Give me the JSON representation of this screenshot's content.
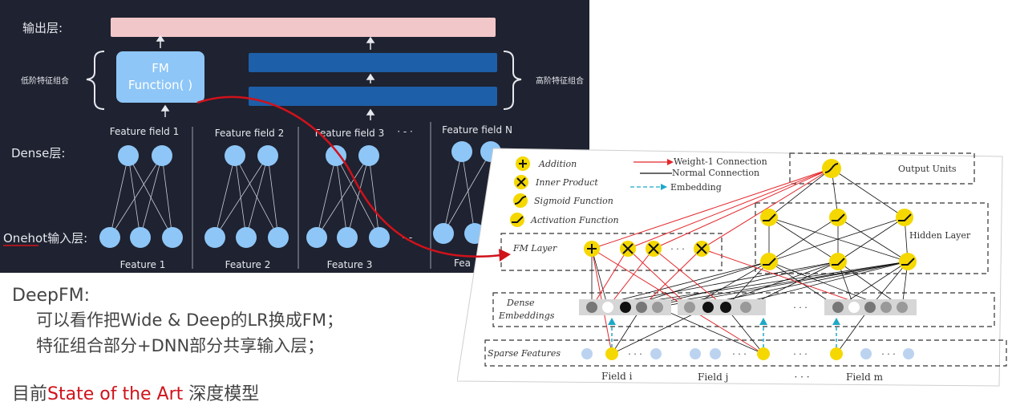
{
  "left": {
    "output_label": "输出层:",
    "low_order_label": "低阶特征组合",
    "high_order_label": "高阶特征组合",
    "fm_box": [
      "FM",
      "Function( )"
    ],
    "dense_label": "Dense层:",
    "onehot_label": "Onehot输入层:",
    "fields": [
      "Feature field 1",
      "Feature field 2",
      "Feature field 3",
      "Feature field N"
    ],
    "field_dots": "· - ·",
    "features": [
      "Feature 1",
      "Feature 2",
      "Feature 3",
      "Fea"
    ],
    "onehot_dots": "- -",
    "colors": {
      "background": "#1f2230",
      "output_bar": "#f2c7c9",
      "fm_box": "#8ec6f7",
      "dnn_bar": "#1d5fa8",
      "node": "#8ec6f7",
      "red_arrow": "#d0121b"
    }
  },
  "bottom": {
    "title": "DeepFM:",
    "line1": "可以看作把Wide & Deep的LR换成FM；",
    "line2": "特征组合部分+DNN部分共享输入层；",
    "state_prefix": "目前",
    "state_highlight": "State of the Art",
    "state_suffix": " 深度模型"
  },
  "right": {
    "legend": {
      "addition": "Addition",
      "inner_product": "Inner Product",
      "sigmoid": "Sigmoid Function",
      "activation": "Activation Function",
      "weight1": "Weight-1 Connection",
      "normal": "Normal Connection",
      "embedding": "Embedding"
    },
    "output_units": "Output Units",
    "hidden_layer": "Hidden Layer",
    "fm_layer": "FM Layer",
    "dense_embeddings": [
      "Dense",
      "Embeddings"
    ],
    "sparse_features": "Sparse Features",
    "field_labels": [
      "Field i",
      "Field j",
      "Field m"
    ],
    "dots": "· · ·",
    "colors": {
      "yellow": "#f5d800",
      "red": "#e3262b",
      "cyan": "#1ea8c8",
      "sparse_dot": "#bcd3f0"
    }
  }
}
